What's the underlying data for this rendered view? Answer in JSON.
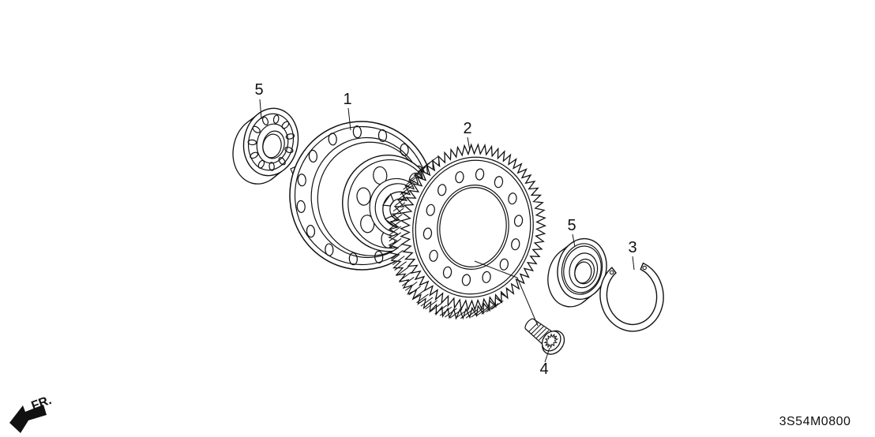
{
  "diagram": {
    "part_code": "3S54M0800",
    "front_marker": "FR.",
    "type": "exploded-parts-diagram",
    "subject": "differential-assembly"
  },
  "callouts": [
    {
      "num": "5",
      "part": "tapered-roller-bearing-left"
    },
    {
      "num": "1",
      "part": "differential-case"
    },
    {
      "num": "2",
      "part": "final-driven-ring-gear"
    },
    {
      "num": "5",
      "part": "tapered-roller-bearing-right"
    },
    {
      "num": "3",
      "part": "snap-ring"
    },
    {
      "num": "4",
      "part": "gear-mounting-bolt"
    }
  ],
  "colors": {
    "ink": "#111111",
    "paper": "#ffffff"
  }
}
